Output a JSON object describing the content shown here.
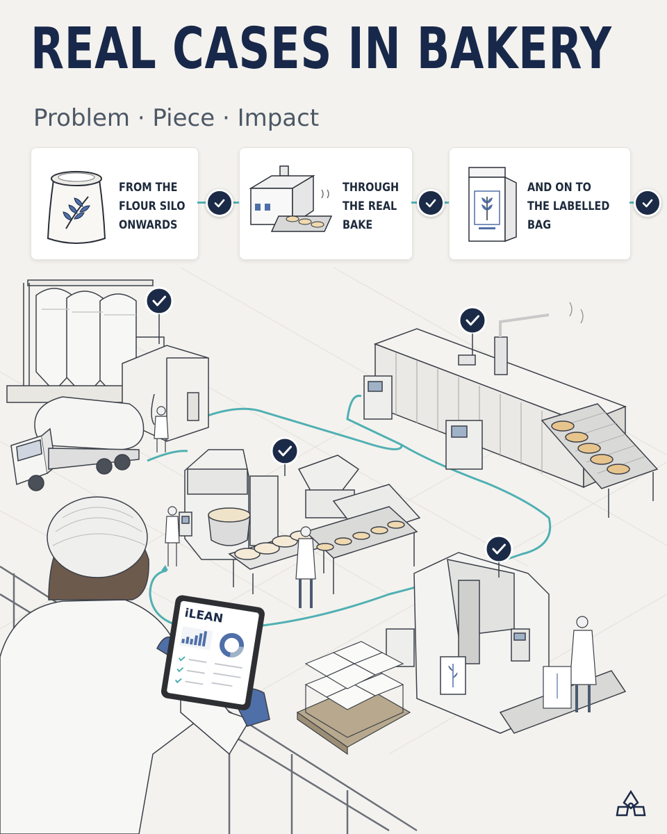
{
  "header": {
    "title": "REAL CASES IN BAKERY",
    "subtitle": "Problem · Piece · Impact"
  },
  "steps": [
    {
      "line1": "FROM THE",
      "line2": "FLOUR SILO",
      "line3": "ONWARDS",
      "icon": "flour-sack-icon"
    },
    {
      "line1": "THROUGH",
      "line2": "THE REAL",
      "line3": "BAKE",
      "icon": "tunnel-oven-icon"
    },
    {
      "line1": "AND ON TO",
      "line2": "THE LABELLED",
      "line3": "BAG",
      "icon": "labelled-bag-icon"
    }
  ],
  "tablet": {
    "brand": "iLEAN"
  },
  "colors": {
    "navy": "#18284a",
    "teal": "#4fb0b3",
    "background": "#f4f2ee",
    "glove": "#4f6fa8"
  }
}
